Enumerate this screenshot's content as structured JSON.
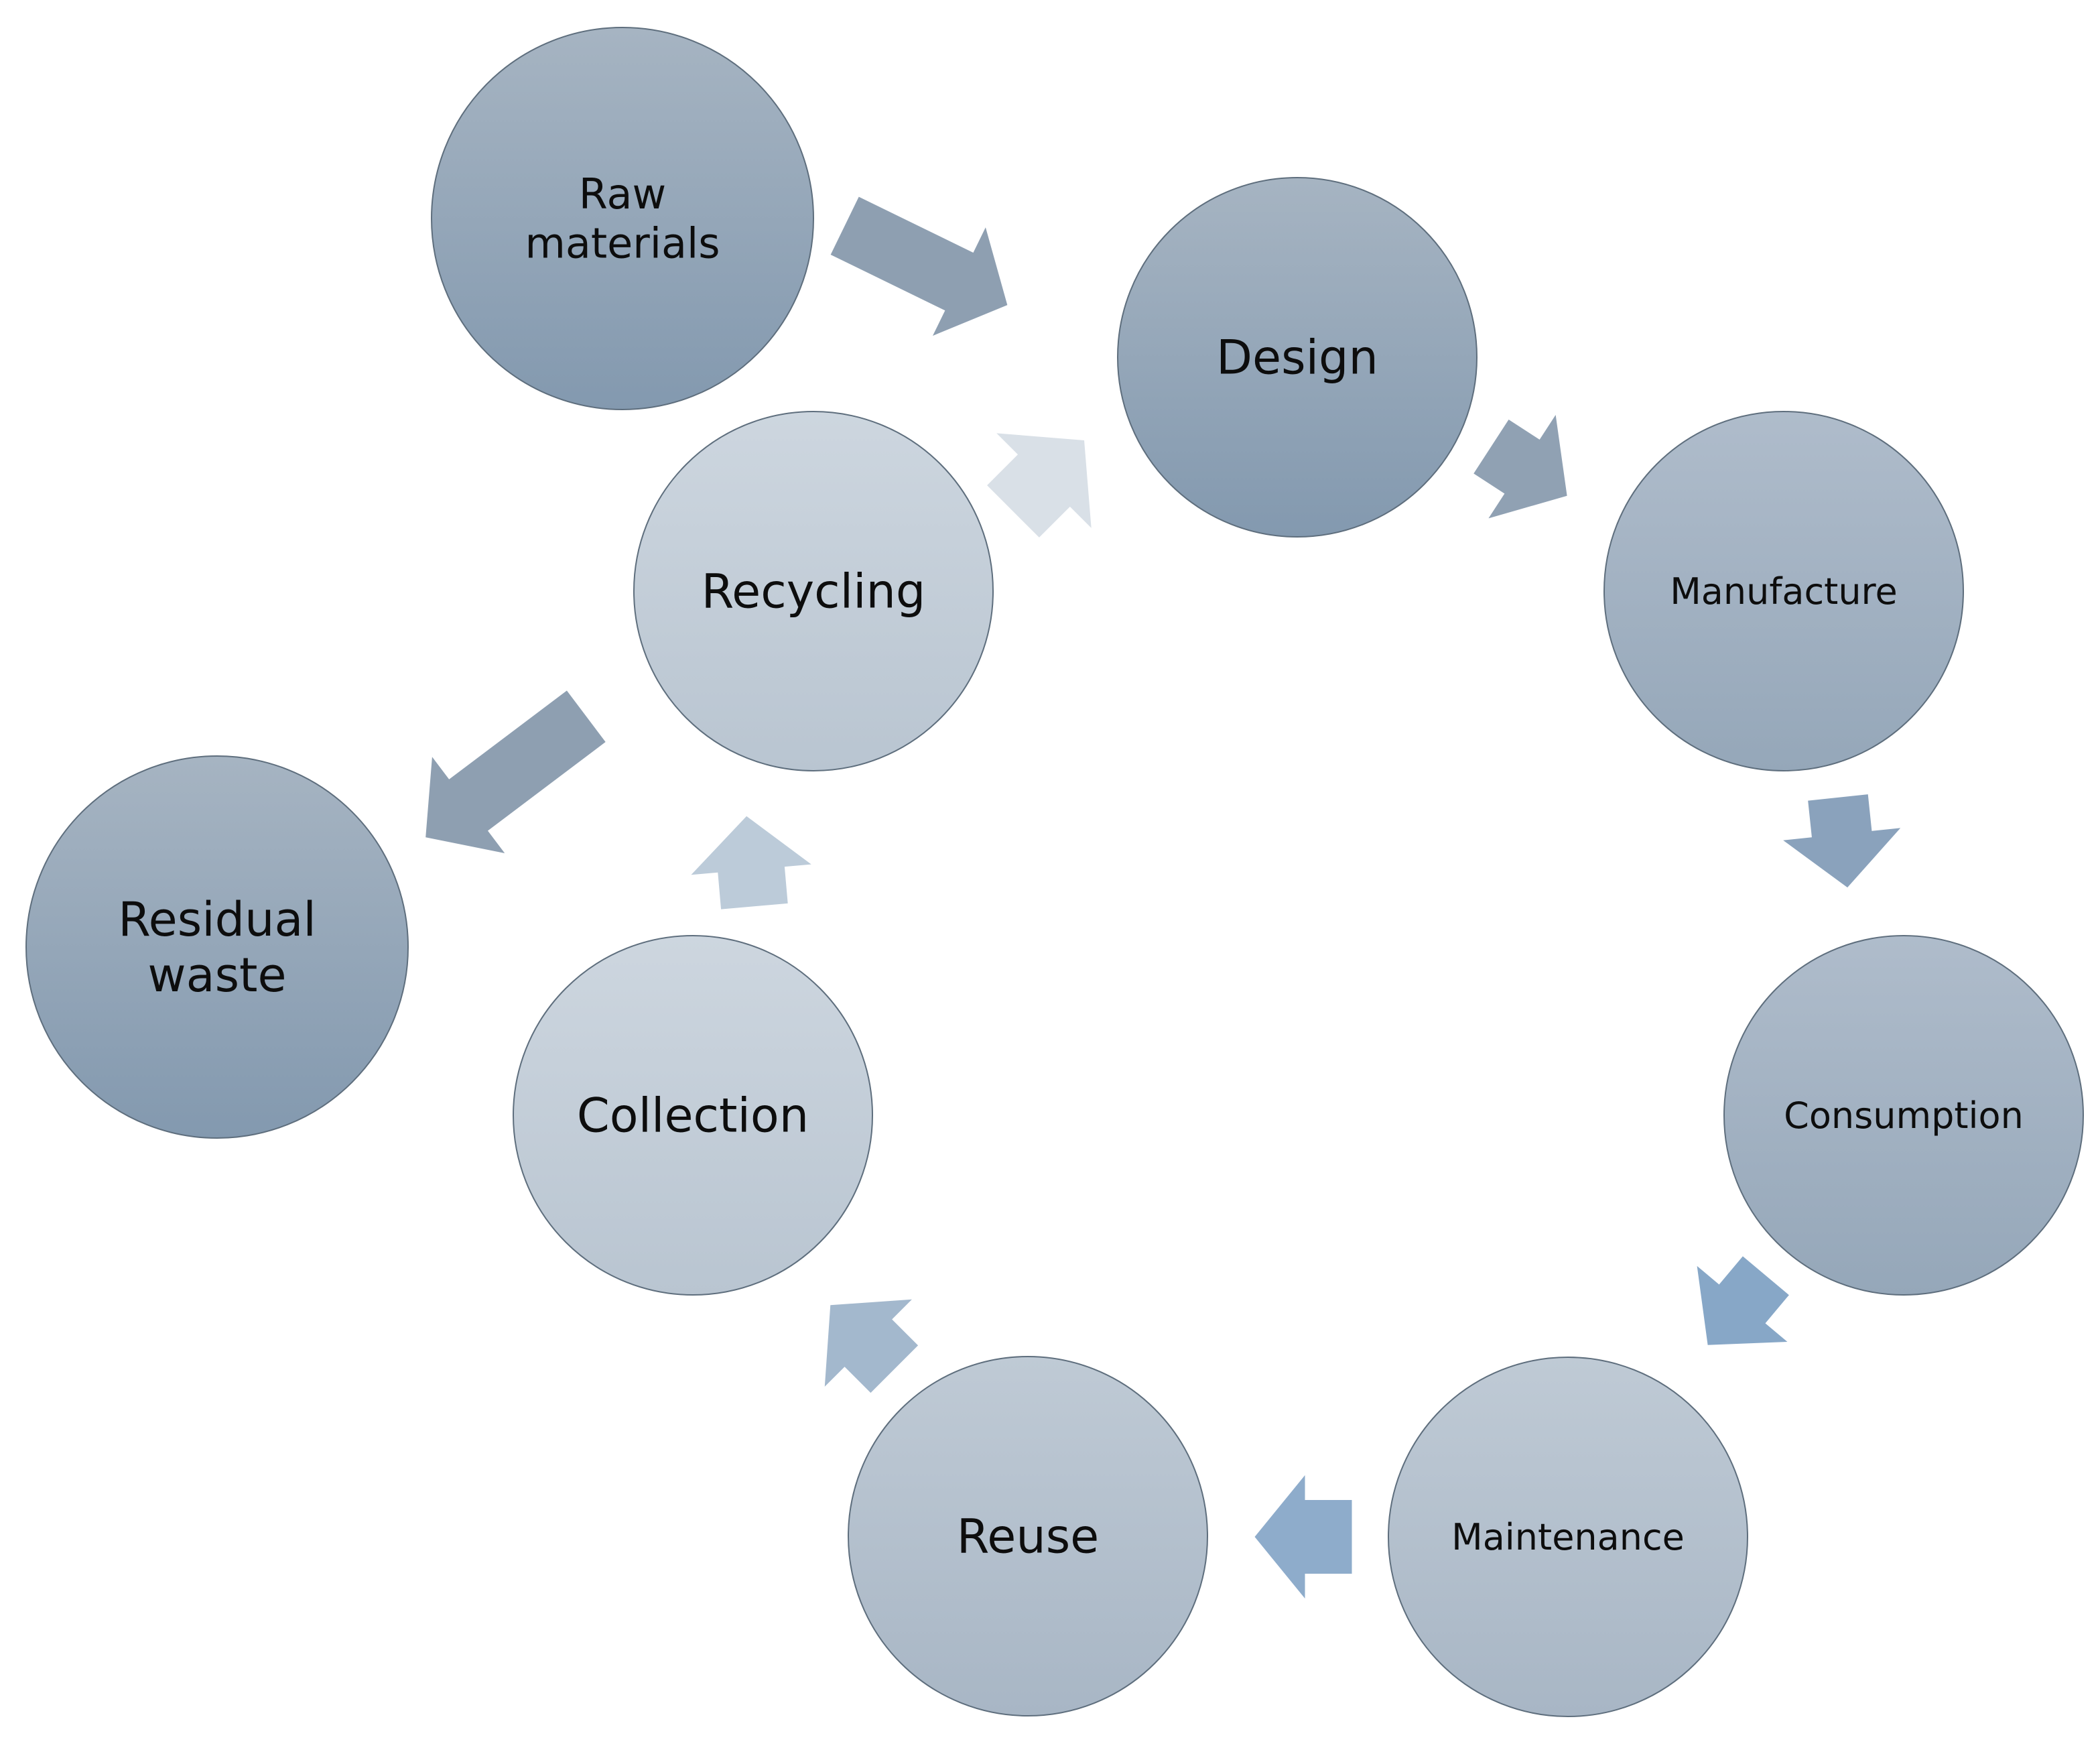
{
  "nodes": [
    {
      "id": "raw",
      "lines": [
        "Raw",
        "materials"
      ],
      "tone": "dark"
    },
    {
      "id": "design",
      "lines": [
        "Design"
      ],
      "tone": "dark"
    },
    {
      "id": "manufacture",
      "lines": [
        "Manufacture"
      ],
      "tone": "mid"
    },
    {
      "id": "consumption",
      "lines": [
        "Consumption"
      ],
      "tone": "mid"
    },
    {
      "id": "maintenance",
      "lines": [
        "Maintenance"
      ],
      "tone": "light"
    },
    {
      "id": "reuse",
      "lines": [
        "Reuse"
      ],
      "tone": "light"
    },
    {
      "id": "collection",
      "lines": [
        "Collection"
      ],
      "tone": "pale"
    },
    {
      "id": "recycling",
      "lines": [
        "Recycling"
      ],
      "tone": "pale"
    },
    {
      "id": "residual",
      "lines": [
        "Residual",
        "waste"
      ],
      "tone": "dark"
    }
  ],
  "arrows": [
    {
      "from": "raw",
      "to": "design"
    },
    {
      "from": "design",
      "to": "manufacture"
    },
    {
      "from": "manufacture",
      "to": "consumption"
    },
    {
      "from": "consumption",
      "to": "maintenance"
    },
    {
      "from": "maintenance",
      "to": "reuse"
    },
    {
      "from": "reuse",
      "to": "collection"
    },
    {
      "from": "collection",
      "to": "recycling"
    },
    {
      "from": "recycling",
      "to": "design"
    },
    {
      "from": "recycling",
      "to": "residual"
    }
  ],
  "colors": {
    "dark": [
      "#a6b4c2",
      "#8399af"
    ],
    "mid": [
      "#afbccb",
      "#95a7b9"
    ],
    "light": [
      "#bfcad5",
      "#a8b6c5"
    ],
    "pale": [
      "#cdd6df",
      "#b9c5d1"
    ],
    "node_stroke": "#5e6e7d",
    "text": "#0d0d0d"
  }
}
